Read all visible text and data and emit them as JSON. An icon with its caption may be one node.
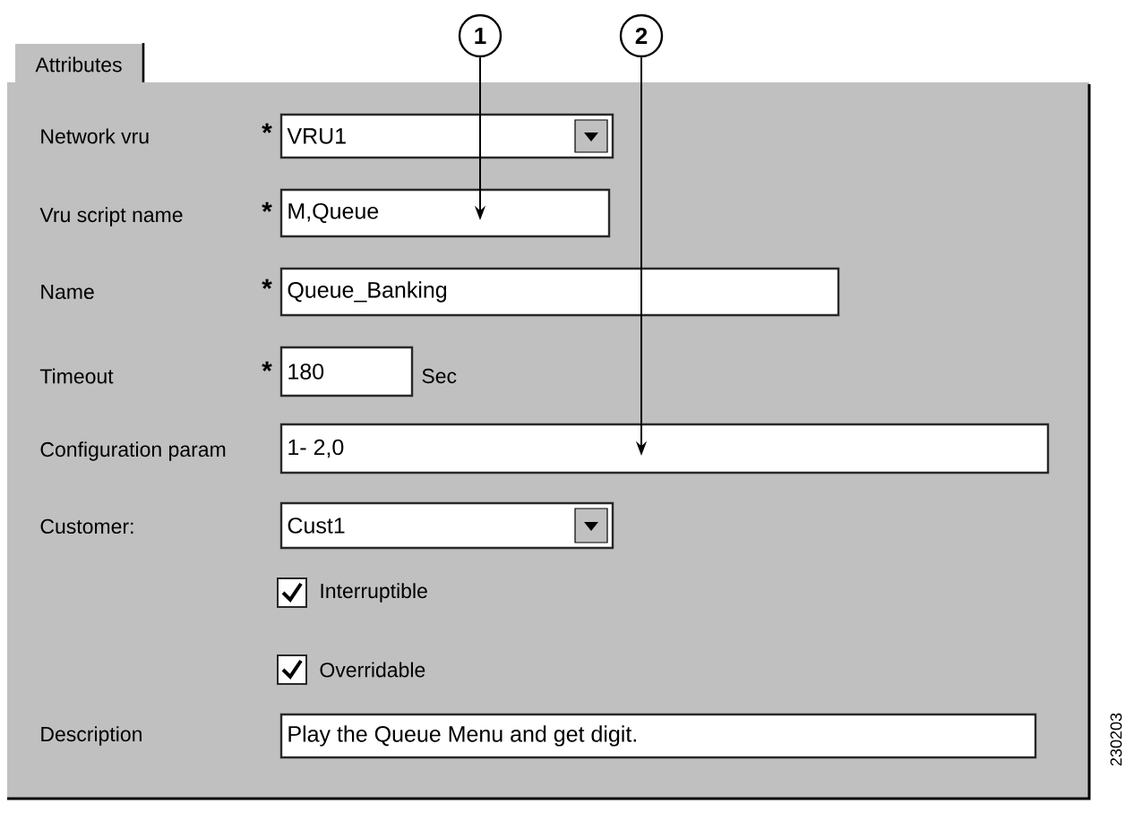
{
  "diagram": {
    "nodes": [
      {
        "text": [
          "1"
        ]
      },
      {
        "text": [
          "2"
        ]
      },
      {
        "text": [
          "VRU1"
        ]
      },
      {
        "text": [
          "M,Queue"
        ]
      },
      {
        "text": [
          "Queue_Banking"
        ]
      },
      {
        "text": [
          "180"
        ]
      },
      {
        "text": [
          "1- 2,0"
        ]
      },
      {
        "text": [
          "Cust1"
        ]
      },
      {
        "text": [
          "Play the Queue Menu and get digit."
        ]
      }
    ],
    "edges": [
      {
        "from": 0,
        "to": 3,
        "arrow": "to"
      },
      {
        "from": 1,
        "to": 6,
        "arrow": "to"
      }
    ],
    "labels": [
      "Attributes",
      "Network vru",
      "*",
      "Vru script name",
      "*",
      "Name",
      "*",
      "Timeout",
      "*",
      "Sec",
      "Configuration param",
      "Customer:",
      "Interruptible",
      "Overridable",
      "Description",
      "230203"
    ]
  }
}
